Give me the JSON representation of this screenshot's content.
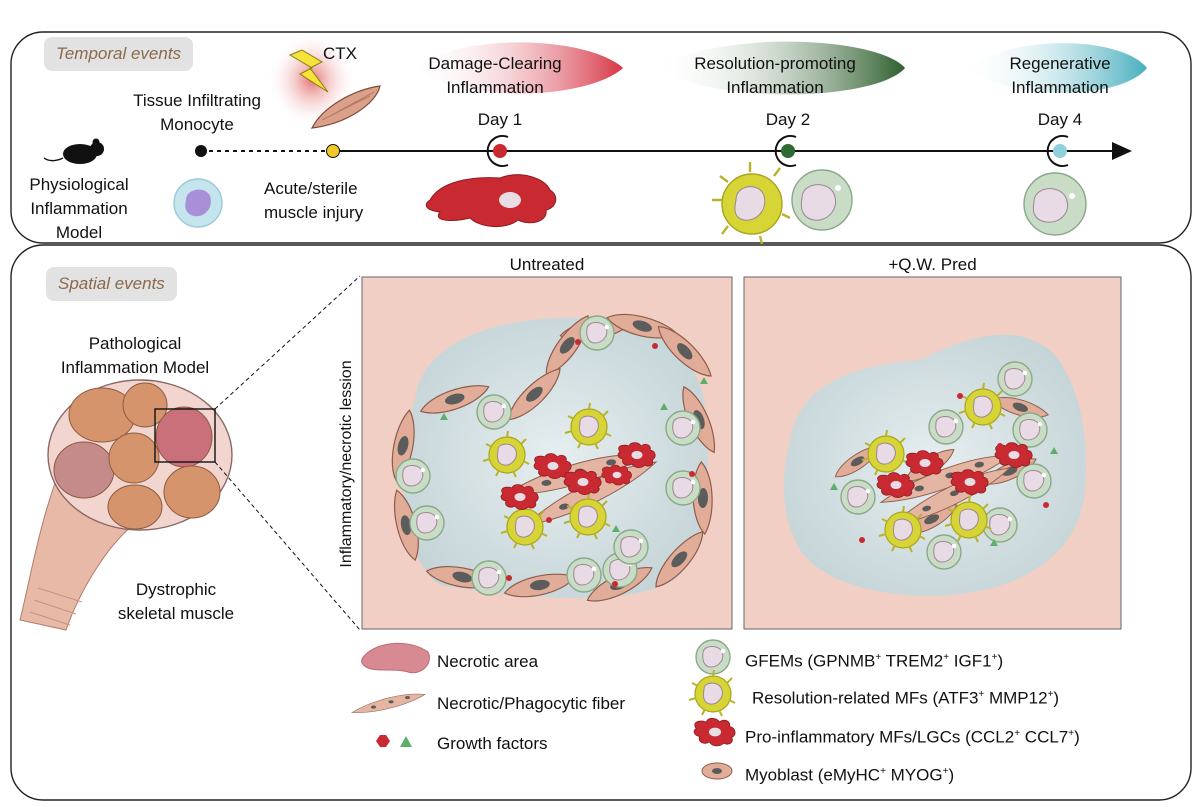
{
  "temporal": {
    "tag": "Temporal events",
    "cards": {
      "model_label": [
        "Physiological",
        "Inflammation",
        "Model"
      ],
      "monocyte_label": [
        "Tissue Infiltrating",
        "Monocyte"
      ],
      "ctx_label": "CTX",
      "injury_label": [
        "Acute/sterile",
        "muscle injury"
      ]
    },
    "phases": [
      {
        "name": [
          "Damage-Clearing",
          "Inflammation"
        ],
        "day": "Day 1",
        "color": "#d83a4a"
      },
      {
        "name": [
          "Resolution-promoting",
          "Inflammation"
        ],
        "day": "Day 2",
        "color": "#2f6a34"
      },
      {
        "name": [
          "Regenerative",
          "Inflammation"
        ],
        "day": "Day 4",
        "color": "#4fb4c4"
      }
    ]
  },
  "spatial": {
    "tag": "Spatial events",
    "model_label": [
      "Pathological",
      "Inflammation Model"
    ],
    "muscle_label": [
      "Dystrophic",
      "skeletal muscle"
    ],
    "vertical_axis": "Inflammatory/necrotic lession",
    "panels": [
      {
        "title": "Untreated"
      },
      {
        "title": "+Q.W. Pred"
      }
    ]
  },
  "legend": {
    "left": [
      {
        "icon": "necrotic-area-icon",
        "label": "Necrotic area"
      },
      {
        "icon": "necrotic-fiber-icon",
        "label": "Necrotic/Phagocytic fiber"
      },
      {
        "icon": "growth-factors-icon",
        "label": "Growth factors"
      }
    ],
    "right": [
      {
        "icon": "gfem-icon",
        "label_pre": "GFEMs (GPNMB",
        "sup1": "+",
        "mid1": " TREM2",
        "sup2": "+",
        "mid2": " IGF1",
        "sup3": "+",
        "post": ")"
      },
      {
        "icon": "resolution-mf-icon",
        "label_pre": "Resolution-related MFs (ATF3",
        "sup1": "+",
        "mid1": " MMP12",
        "sup2": "+",
        "post": ")"
      },
      {
        "icon": "pro-inflammatory-icon",
        "label_pre": "Pro-inflammatory MFs/LGCs (CCL2",
        "sup1": "+",
        "mid1": " CCL7",
        "sup2": "+",
        "post": ")"
      },
      {
        "icon": "myoblast-icon",
        "label_pre": "Myoblast (eMyHC",
        "sup1": "+",
        "mid1": " MYOG",
        "sup2": "+",
        "post": ")"
      }
    ]
  },
  "colors": {
    "gfem": "#c9dcc6",
    "resolution": "#dcd93a",
    "proinflammatory": "#c92a32",
    "myoblast": "#e2ad98",
    "panel_bg": "#f2cfc4",
    "lesion": "#d4e0e2"
  }
}
